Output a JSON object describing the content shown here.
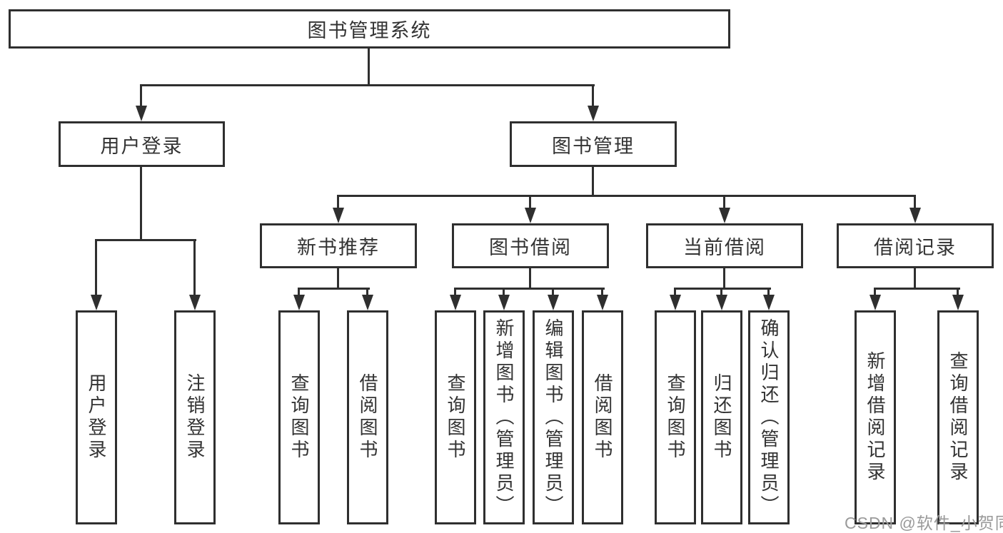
{
  "tree": {
    "label": "图书管理系统",
    "children": [
      {
        "label": "用户登录",
        "children": [
          {
            "label": "用户登录"
          },
          {
            "label": "注销登录"
          }
        ]
      },
      {
        "label": "图书管理",
        "children": [
          {
            "label": "新书推荐",
            "children": [
              {
                "label": "查询图书"
              },
              {
                "label": "借阅图书"
              }
            ]
          },
          {
            "label": "图书借阅",
            "children": [
              {
                "label": "查询图书"
              },
              {
                "label": "新增图书（管理员）"
              },
              {
                "label": "编辑图书（管理员）"
              },
              {
                "label": "借阅图书"
              }
            ]
          },
          {
            "label": "当前借阅",
            "children": [
              {
                "label": "查询图书"
              },
              {
                "label": "归还图书"
              },
              {
                "label": "确认归还（管理员）"
              }
            ]
          },
          {
            "label": "借阅记录",
            "children": [
              {
                "label": "新增借阅记录"
              },
              {
                "label": "查询借阅记录"
              }
            ]
          }
        ]
      }
    ]
  },
  "watermark": "CSDN @软件_小贺同学",
  "colors": {
    "line": "#2f2f2f",
    "text": "#333333",
    "watermark": "#9a9a9a",
    "background": "#ffffff"
  }
}
